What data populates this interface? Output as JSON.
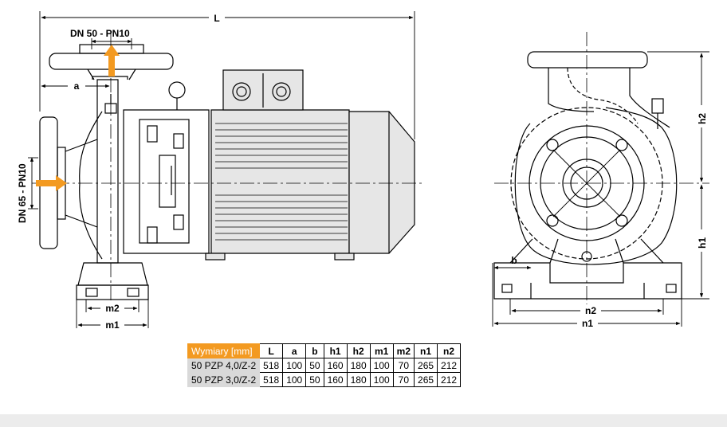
{
  "labels": {
    "L": "L",
    "a": "a",
    "b": "b",
    "h1": "h1",
    "h2": "h2",
    "m1": "m1",
    "m2": "m2",
    "n1": "n1",
    "n2": "n2",
    "outlet_flange": "DN 50 - PN10",
    "inlet_flange": "DN 65 - PN10"
  },
  "colors": {
    "accent": "#f39a21",
    "row_header_bg": "#d9d9d9",
    "body_fill": "#e6e6e6",
    "band": "#ececec"
  },
  "table": {
    "title": "Wymiary [mm]",
    "columns": [
      "L",
      "a",
      "b",
      "h1",
      "h2",
      "m1",
      "m2",
      "n1",
      "n2"
    ],
    "rows": [
      {
        "model": "50 PZP 4,0/Z-2",
        "values": [
          "518",
          "100",
          "50",
          "160",
          "180",
          "100",
          "70",
          "265",
          "212"
        ]
      },
      {
        "model": "50 PZP 3,0/Z-2",
        "values": [
          "518",
          "100",
          "50",
          "160",
          "180",
          "100",
          "70",
          "265",
          "212"
        ]
      }
    ]
  }
}
